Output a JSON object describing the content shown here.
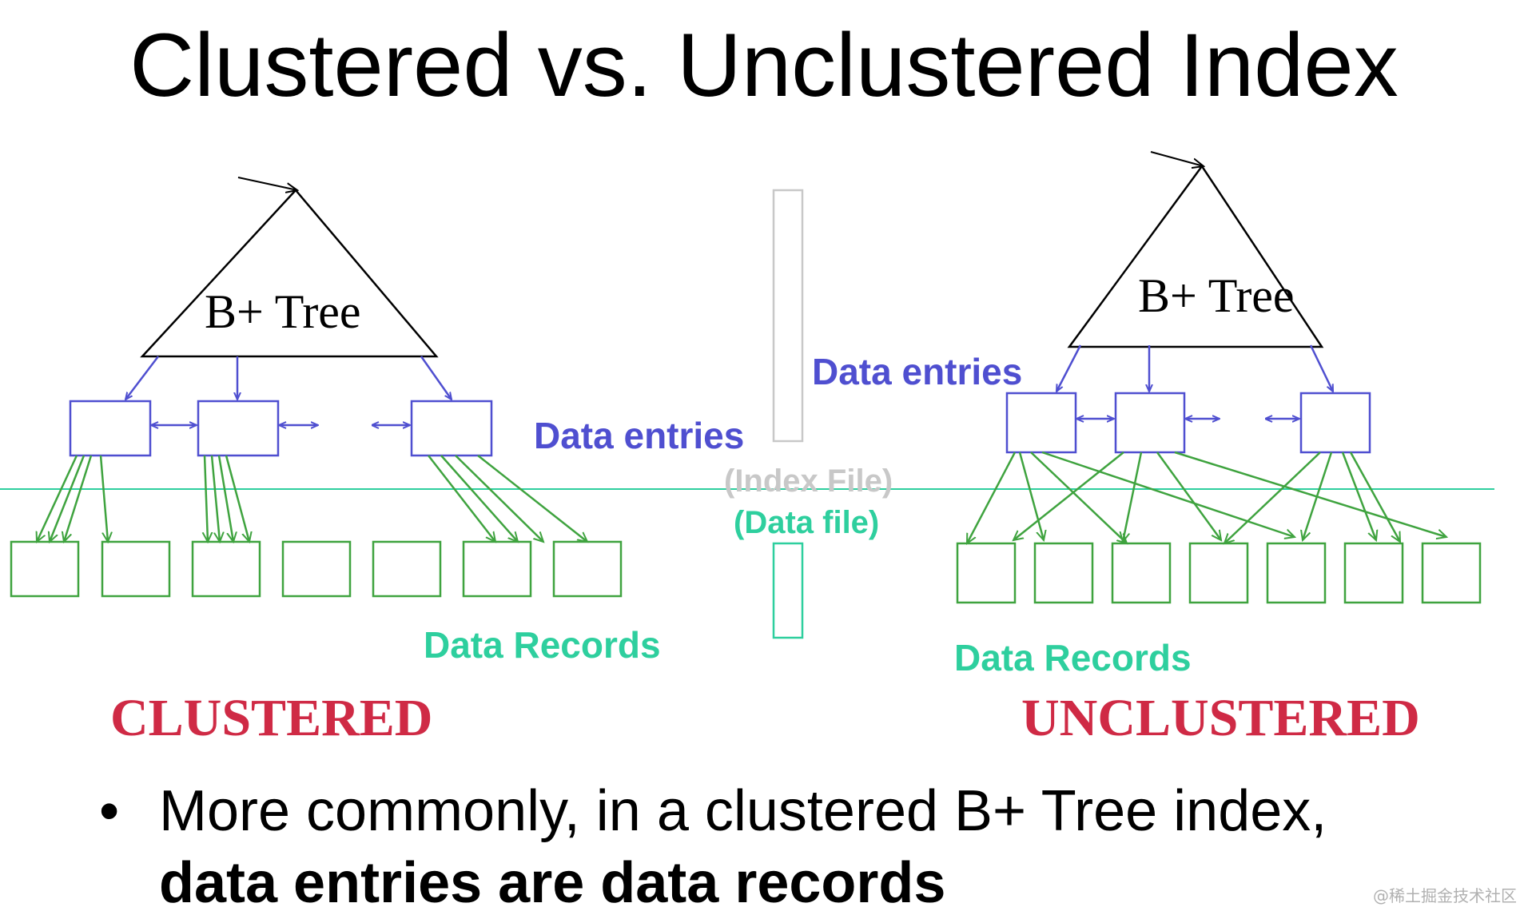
{
  "slide": {
    "title": "Clustered vs. Unclustered Index",
    "left": {
      "tree_label": "B+ Tree",
      "data_entries_label": "Data entries",
      "data_records_label": "Data Records",
      "caption": "CLUSTERED"
    },
    "right": {
      "tree_label": "B+ Tree",
      "data_entries_label": "Data entries",
      "data_records_label": "Data Records",
      "caption": "UNCLUSTERED"
    },
    "center": {
      "index_file_label": "(Index File)",
      "data_file_label": "(Data file)"
    },
    "bullet": {
      "marker": "•",
      "line1": "More commonly, in a clustered B+ Tree index,",
      "line2": "data entries are data records"
    },
    "watermark": "@稀土掘金技术社区"
  },
  "colors": {
    "tree": "#000000",
    "index": "#4f4fd0",
    "data": "#3fa33f",
    "separator": "#2ecf9e",
    "index_file_bar": "#c8c8c8",
    "caption": "#cf2a45"
  },
  "icons": {
    "root_pointer": "arrow-icon",
    "sibling_link": "double-arrow-icon"
  }
}
